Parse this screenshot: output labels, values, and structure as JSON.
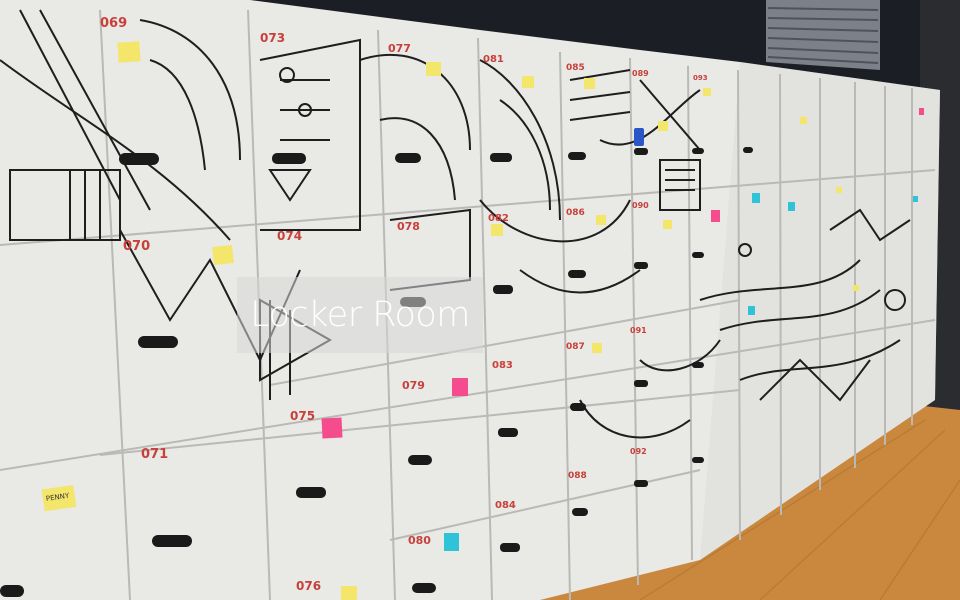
{
  "caption": {
    "title": "Locker Room"
  },
  "colors": {
    "wall": "#e9e9e6",
    "mural_line": "#1e1e1e",
    "locker_number": "#c8403a",
    "note_yellow": "#f3e66a",
    "note_pink": "#f44c8c",
    "note_cyan": "#2ec3d6",
    "floor": "#c9883e",
    "ceiling": "#1b1e24"
  },
  "lockers": {
    "numbers": [
      "069",
      "070",
      "071",
      "073",
      "074",
      "075",
      "076",
      "077",
      "078",
      "079",
      "080",
      "081",
      "082",
      "083",
      "084",
      "085",
      "086",
      "087",
      "088",
      "089",
      "090",
      "091",
      "092",
      "093"
    ]
  },
  "notes": {
    "handwritten": "PENNY"
  }
}
